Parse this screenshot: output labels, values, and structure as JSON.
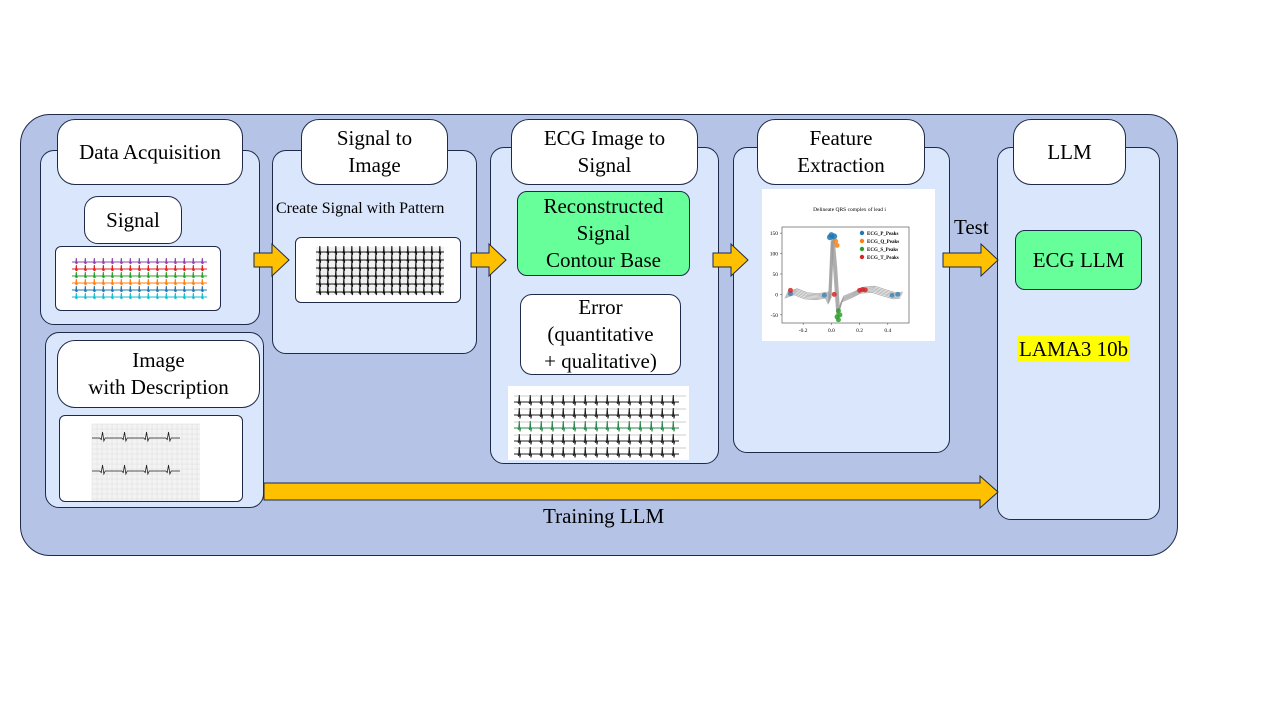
{
  "stages": {
    "data_acquisition": {
      "title": "Data Acquisition",
      "signal_label": "Signal"
    },
    "image_with_description": {
      "title": "Image\nwith Description"
    },
    "signal_to_image": {
      "title": "Signal to\nImage",
      "caption": "Create Signal with Pattern"
    },
    "ecg_image_to_signal": {
      "title": "ECG Image to\nSignal",
      "reconstructed": "Reconstructed\nSignal\nContour Base",
      "error": "Error\n(quantitative\n+ qualitative)"
    },
    "feature_extraction": {
      "title": "Feature\nExtraction"
    },
    "llm": {
      "title": "LLM",
      "model_box": "ECG LLM",
      "model_name": "LAMA3 10b"
    }
  },
  "arrows": {
    "test_label": "Test",
    "training_label": "Training LLM"
  },
  "colors": {
    "outer_bg": "#b4c3e6",
    "panel_bg": "#dae6fb",
    "arrow": "#ffc000",
    "green_box": "#66ff99",
    "highlight": "#ffff00"
  },
  "chart_data": {
    "type": "line",
    "title": "Delineate QRS complex of lead i",
    "x_ticks": [
      "-0.2",
      "0.0",
      "0.2",
      "0.4"
    ],
    "y_ticks": [
      "150",
      "100",
      "50",
      "0",
      "-50"
    ],
    "series": [
      {
        "name": "ECG_P_Peaks",
        "color": "#1f77b4"
      },
      {
        "name": "ECG_Q_Peaks",
        "color": "#ff7f0e"
      },
      {
        "name": "ECG_S_Peaks",
        "color": "#2ca02c"
      },
      {
        "name": "ECG_T_Peaks",
        "color": "#d62728"
      }
    ]
  }
}
